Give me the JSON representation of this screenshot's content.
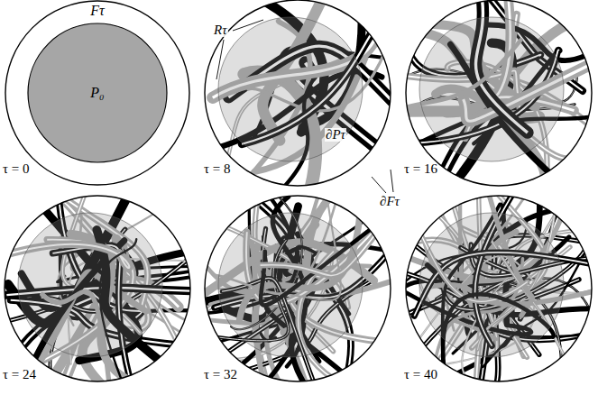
{
  "diagram": {
    "nodes": [
      {
        "text": [
          "Fτ"
        ]
      },
      {
        "text": [
          "P₀"
        ],
        "in": 0
      }
    ],
    "labels": [
      "τ = 0",
      "Rτ",
      "∂Pτ",
      "∂Fτ",
      "τ = 8",
      "τ = 16",
      "τ = 24",
      "τ = 32",
      "τ = 40"
    ]
  }
}
